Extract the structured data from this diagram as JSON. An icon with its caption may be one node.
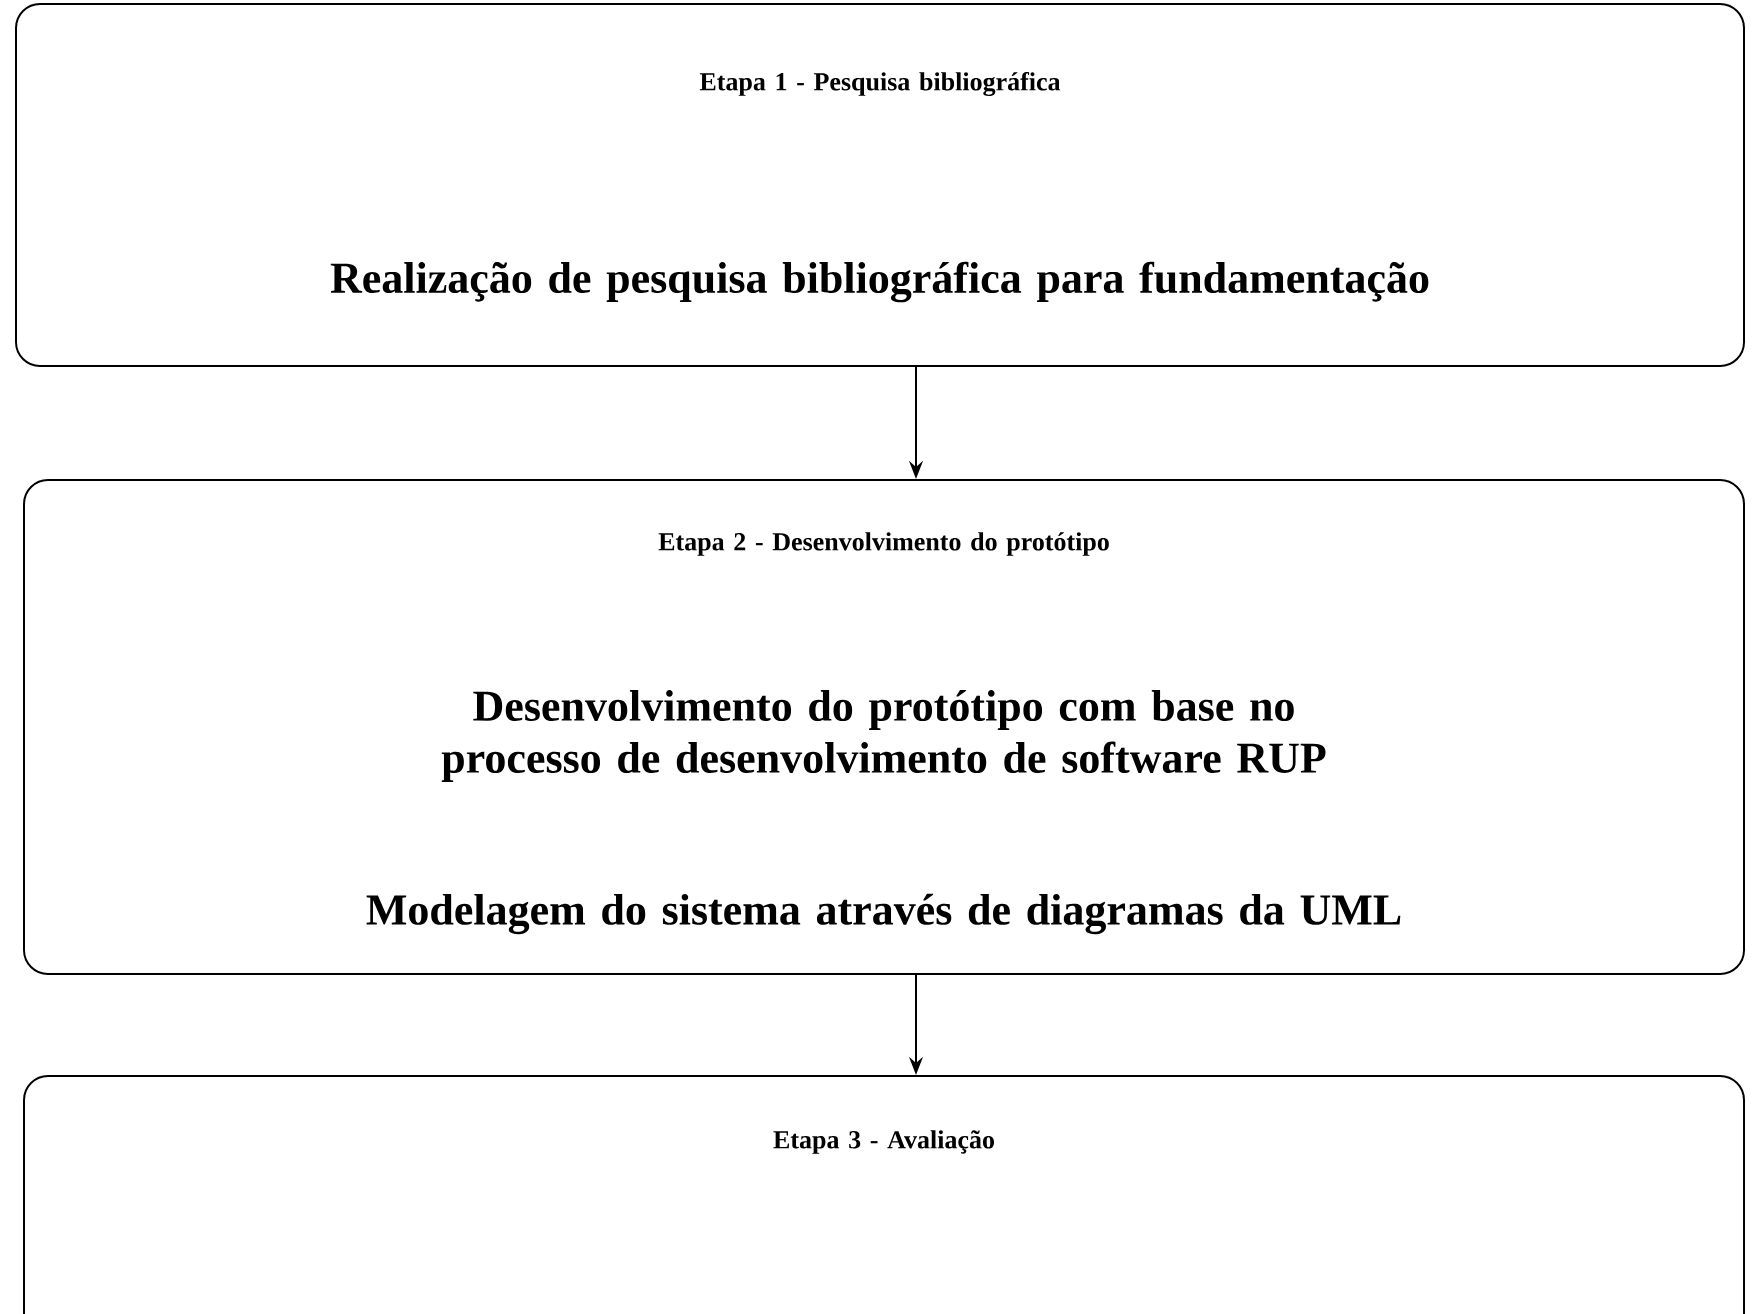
{
  "diagram": {
    "nodes": [
      {
        "text": [
          "Etapa 1 - Pesquisa bibliográfica",
          "Realização de pesquisa bibliográfica para fundamentação"
        ]
      },
      {
        "text": [
          "Etapa 2 - Desenvolvimento do protótipo",
          "Desenvolvimento do protótipo com base no processo de desenvolvimento de software RUP",
          "Modelagem do sistema através de diagramas da UML"
        ]
      },
      {
        "text": [
          "Etapa 3 - Avaliação"
        ]
      }
    ],
    "edges": [
      {
        "from": 0,
        "to": 1,
        "arrow": "to"
      },
      {
        "from": 1,
        "to": 2,
        "arrow": "to"
      }
    ]
  }
}
